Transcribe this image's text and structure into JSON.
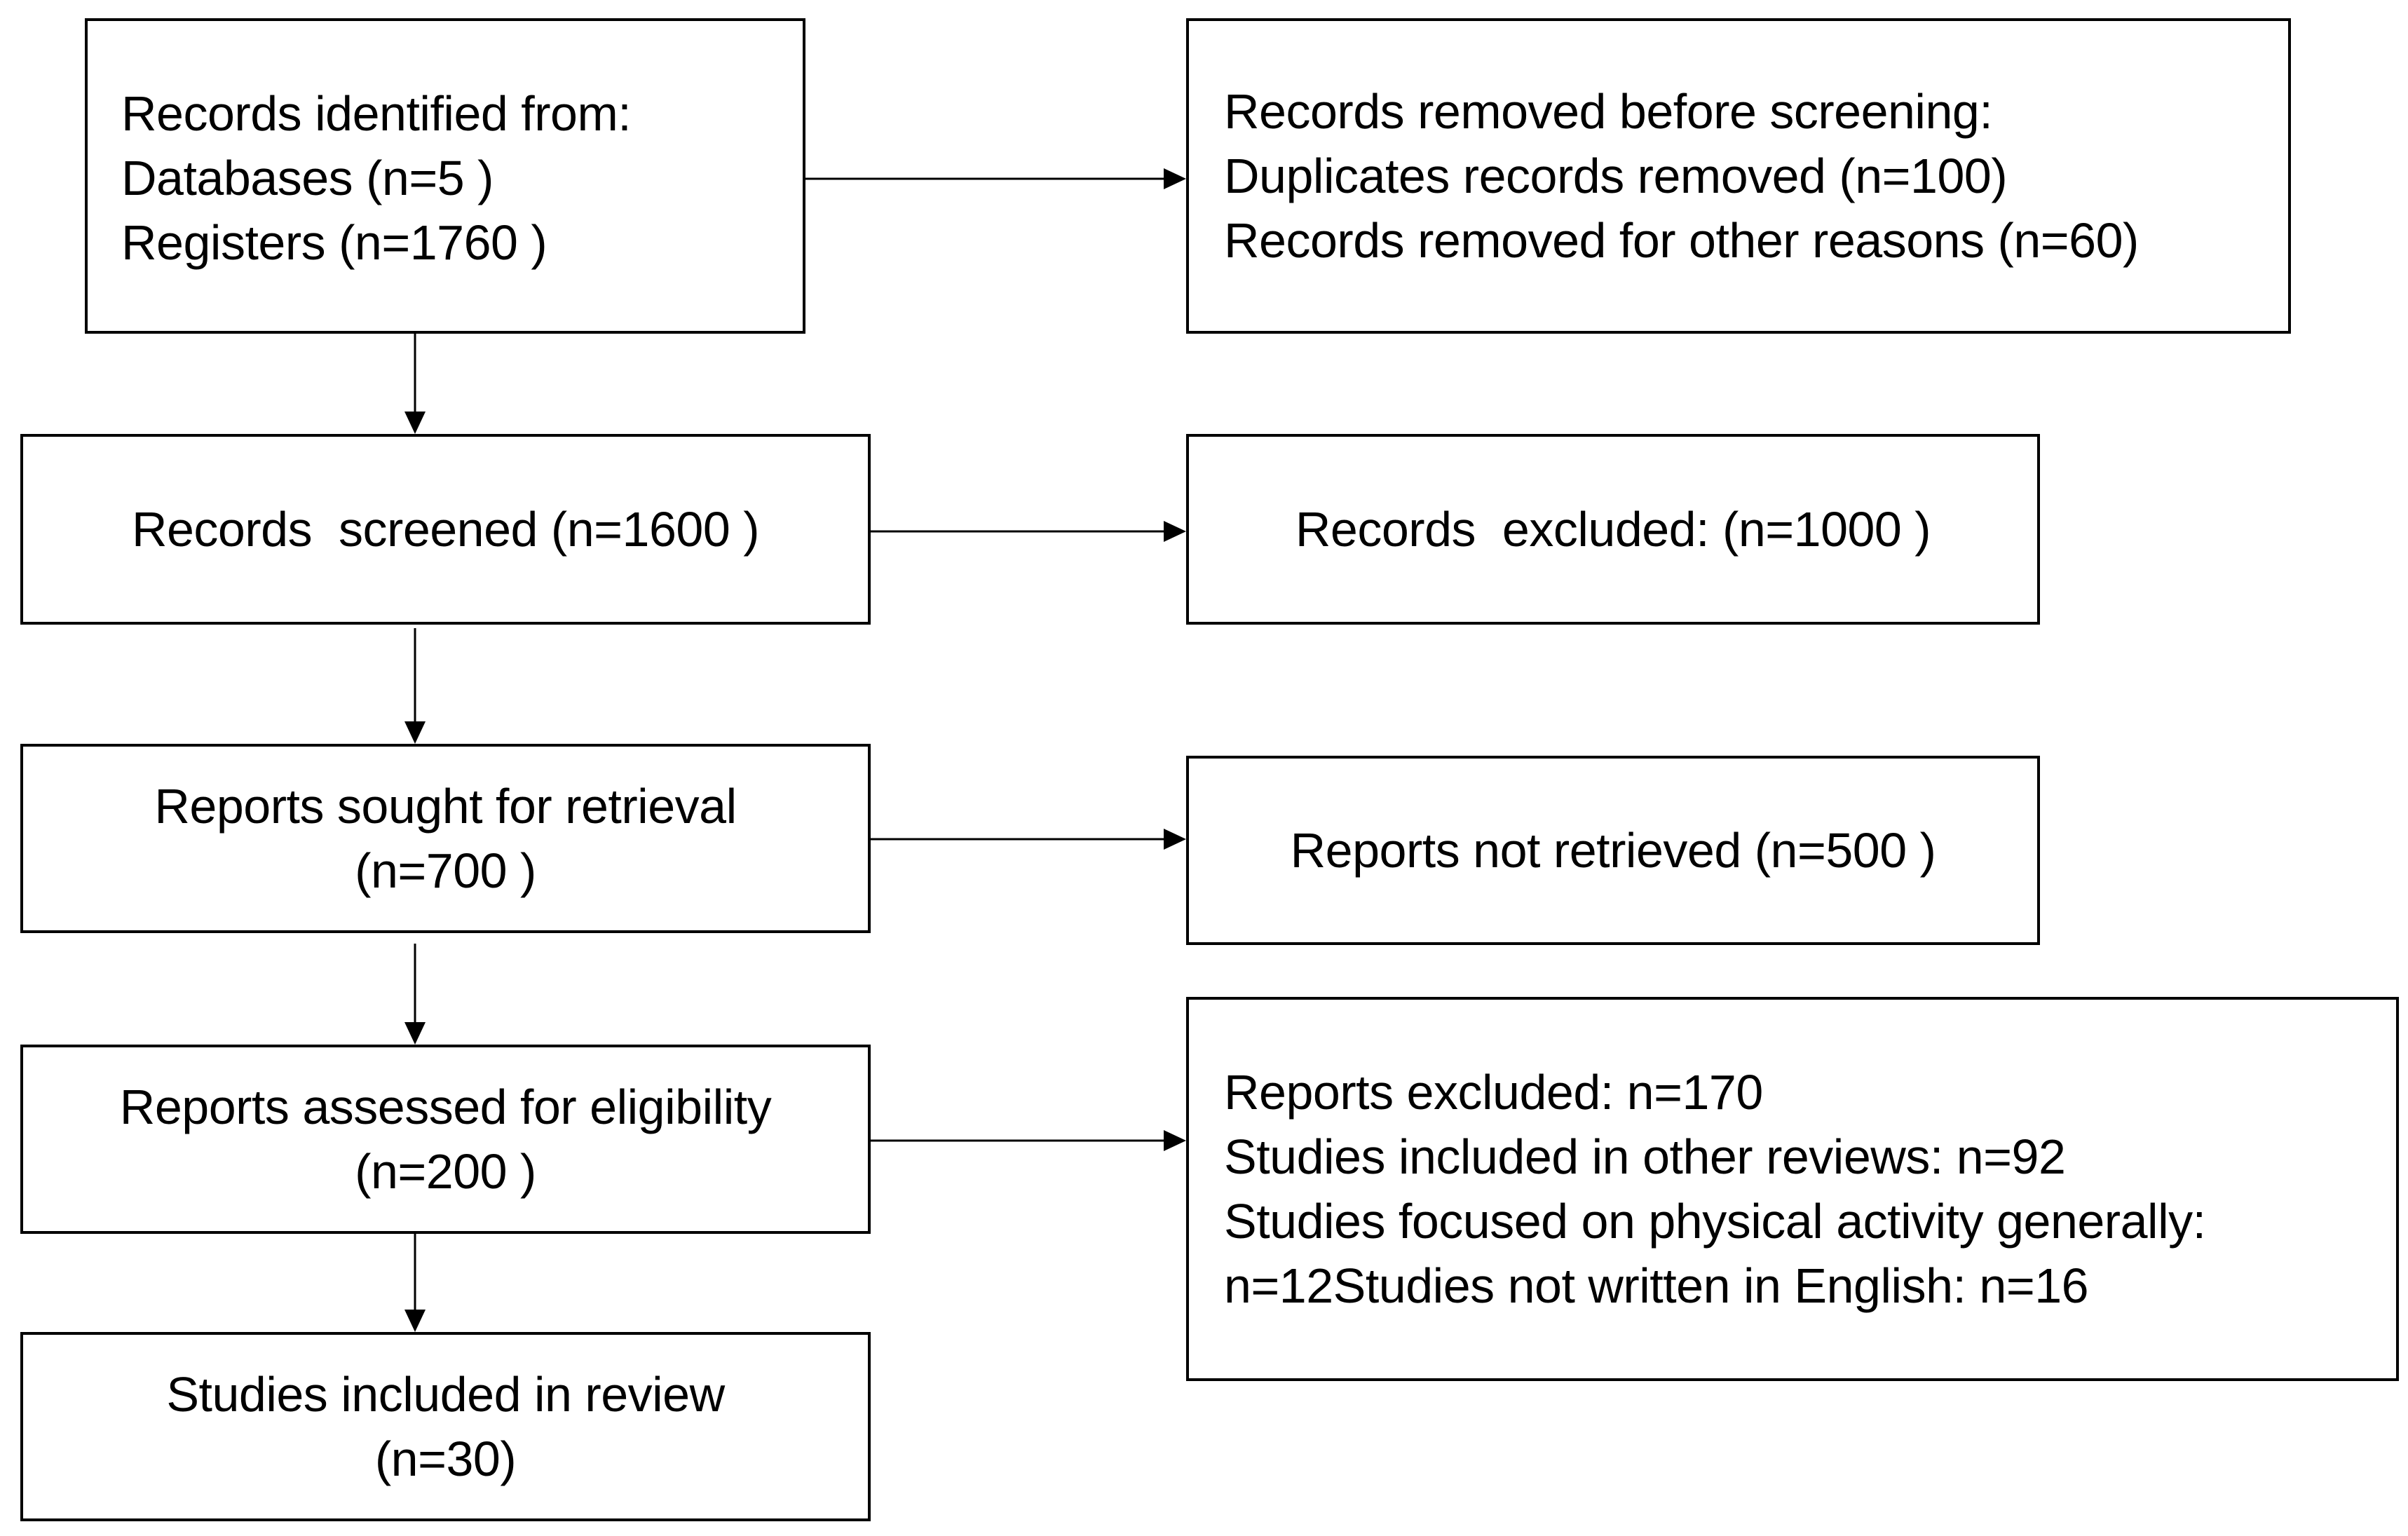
{
  "identification": {
    "lines": [
      "Records identified from:",
      "Databases (n=5 )",
      "Registers (n=1760 )"
    ]
  },
  "removed_before_screening": {
    "lines": [
      "Records removed before screening:",
      "Duplicates records removed (n=100)",
      "Records removed for other reasons (n=60)"
    ]
  },
  "screened": {
    "lines": [
      "Records  screened (n=1600 )"
    ]
  },
  "excluded": {
    "lines": [
      "Records  excluded: (n=1000 )"
    ]
  },
  "sought": {
    "lines": [
      "Reports sought for retrieval",
      "(n=700 )"
    ]
  },
  "not_retrieved": {
    "lines": [
      "Reports not retrieved (n=500 )"
    ]
  },
  "assessed": {
    "lines": [
      "Reports assessed for eligibility",
      "(n=200 )"
    ]
  },
  "reports_excluded": {
    "lines": [
      "Reports excluded: n=170",
      "Studies included in other reviews: n=92",
      "Studies focused on physical activity generally:",
      "n=12Studies not written in English: n=16"
    ]
  },
  "included": {
    "lines": [
      "Studies included in review",
      "(n=30)"
    ]
  }
}
